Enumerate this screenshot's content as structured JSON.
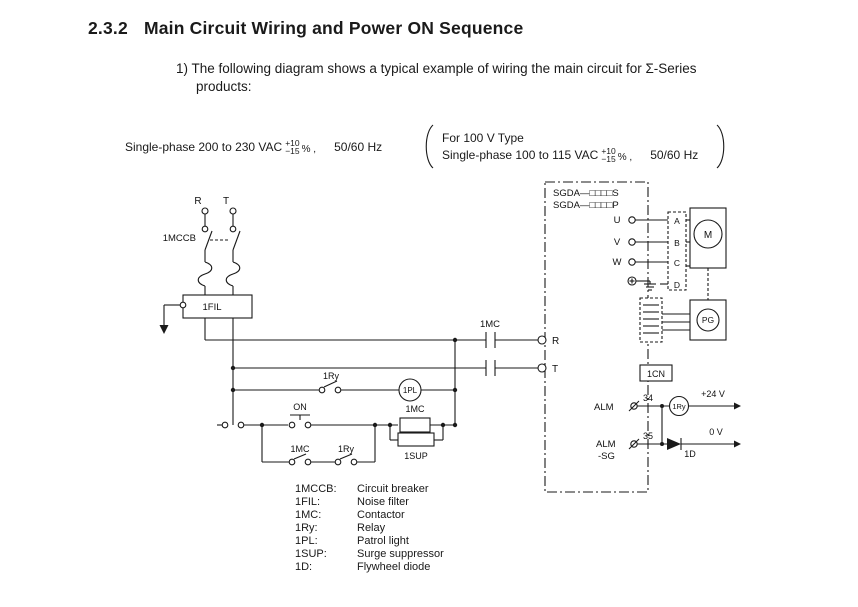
{
  "page": {
    "section_number": "2.3.2",
    "section_title": "Main Circuit Wiring and Power ON Sequence",
    "intro_line1": "1) The following diagram shows a typical example of wiring the main circuit for Σ-Series",
    "intro_line2": "products:"
  },
  "power": {
    "main_spec": "Single-phase 200 to 230 VAC",
    "main_tol_plus": "+10",
    "main_tol_minus": "−15",
    "main_pct": "% ,",
    "main_freq": "50/60 Hz",
    "alt_title": "For 100 V Type",
    "alt_spec": "Single-phase 100 to 115 VAC",
    "alt_tol_plus": "+10",
    "alt_tol_minus": "−15",
    "alt_pct": "% ,",
    "alt_freq": "50/60 Hz"
  },
  "diagram": {
    "phase_r": "R",
    "phase_t": "T",
    "breaker": "1MCCB",
    "noise_filter": "1FIL",
    "contactor_main": "1MC",
    "terminal_r": "R",
    "terminal_t": "T",
    "model_s": "SGDA—□□□□S",
    "model_p": "SGDA—□□□□P",
    "term_u": "U",
    "term_v": "V",
    "term_w": "W",
    "pin_a": "A",
    "pin_b": "B",
    "pin_c": "C",
    "pin_d": "D",
    "motor": "M",
    "encoder": "PG",
    "connector_1cn": "1CN",
    "alm_label": "ALM",
    "alm_sg_label1": "ALM",
    "alm_sg_label2": "-SG",
    "pin_34": "34",
    "pin_35": "35",
    "relay_coil": "1Ry",
    "v_plus": "+24 V",
    "v_zero": "0 V",
    "diode": "1D",
    "relay_contact_top": "1Ry",
    "patrol_light": "1PL",
    "on_button": "ON",
    "mc_coil": "1MC",
    "mc_contact": "1MC",
    "relay_contact_bottom": "1Ry",
    "surge_suppressor": "1SUP"
  },
  "legend": {
    "items": [
      {
        "abbr": "1MCCB:",
        "desc": "Circuit breaker"
      },
      {
        "abbr": "1FIL:",
        "desc": "Noise filter"
      },
      {
        "abbr": "1MC:",
        "desc": "Contactor"
      },
      {
        "abbr": "1Ry:",
        "desc": "Relay"
      },
      {
        "abbr": "1PL:",
        "desc": "Patrol light"
      },
      {
        "abbr": "1SUP:",
        "desc": "Surge suppressor"
      },
      {
        "abbr": "1D:",
        "desc": "Flywheel diode"
      }
    ]
  }
}
